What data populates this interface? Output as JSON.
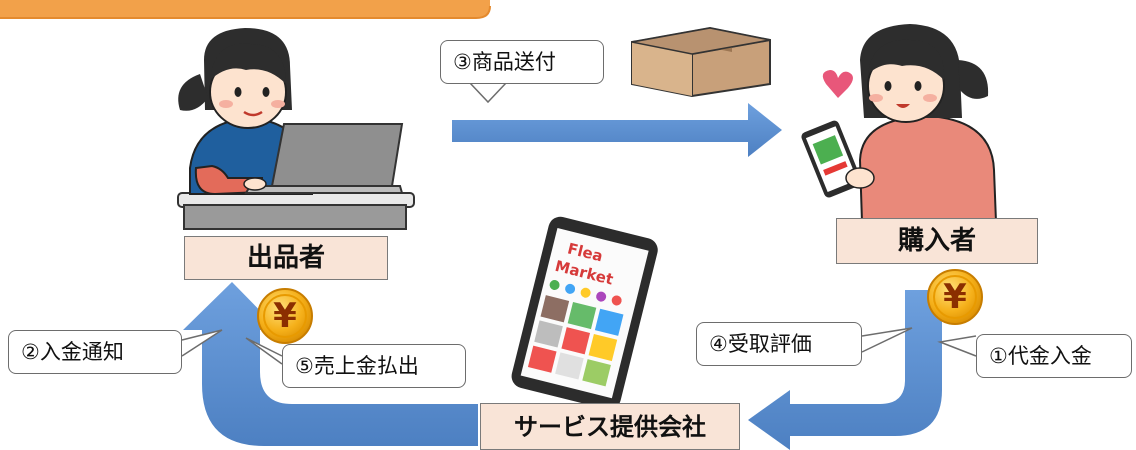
{
  "labels": {
    "seller": "出品者",
    "buyer": "購入者",
    "service": "サービス提供会社"
  },
  "bubbles": {
    "step1": "①代金入金",
    "step2": "②入金通知",
    "step3": "③商品送付",
    "step4": "④受取評価",
    "step5": "⑤売上金払出"
  },
  "phone": {
    "line1": "Flea",
    "line2": "Market"
  },
  "coin": {
    "symbol": "¥"
  },
  "colors": {
    "arrow_blue": "#5b8fd0",
    "label_fill": "#f9e4d7",
    "coin_gold": "#f5b01a",
    "header_orange": "#f2a14a"
  }
}
